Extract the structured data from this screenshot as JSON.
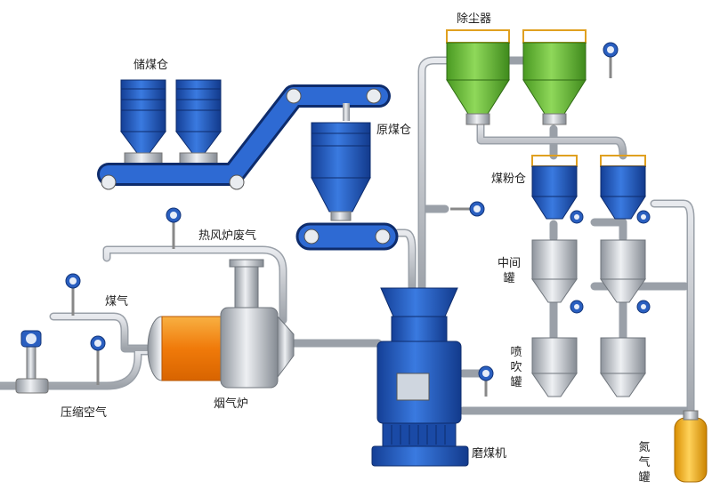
{
  "labels": {
    "coal_storage_bin": "储煤仓",
    "raw_coal_bin": "原煤仓",
    "dust_collector": "除尘器",
    "pulverized_coal_bin": "煤粉仓",
    "intermediate_tank": "中间罐",
    "injection_tank": "喷吹罐",
    "hot_blast_stove_exhaust": "热风炉废气",
    "gas": "煤气",
    "compressed_air": "压缩空气",
    "flue_gas_furnace": "烟气炉",
    "coal_mill": "磨煤机",
    "nitrogen_tank": "氮气罐"
  },
  "colors": {
    "pipe": "#c9ccd1",
    "bin_blue": "#2a63c8",
    "filter_green": "#6ec23a",
    "steel": "#b7bcc3",
    "furnace_orange": "#f08a12",
    "nitrogen_yellow": "#f5b21b"
  }
}
